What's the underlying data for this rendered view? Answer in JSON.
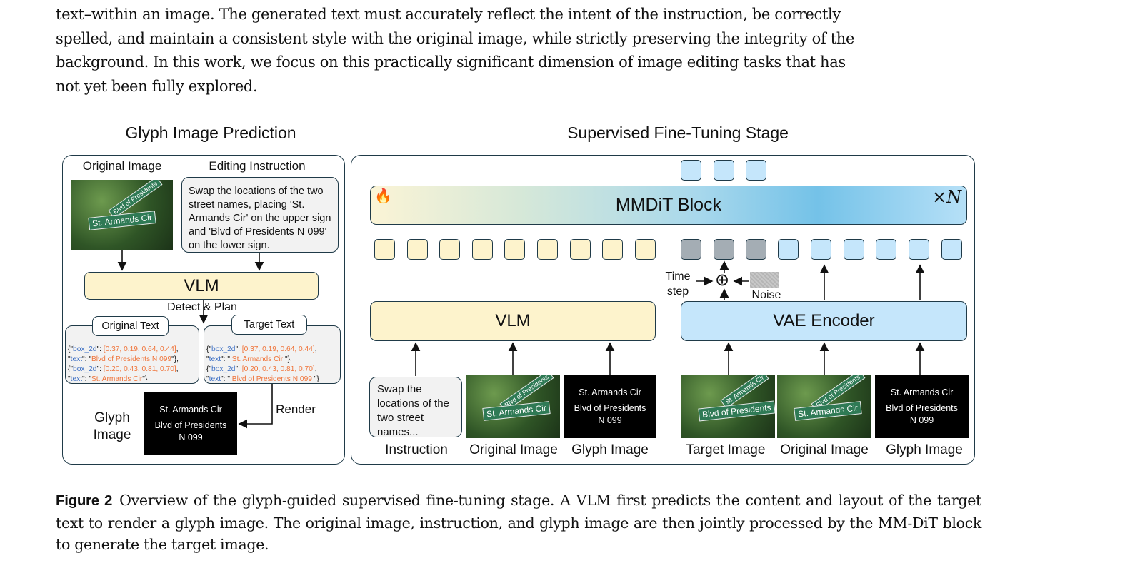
{
  "body_text": {
    "lines": [
      "text–within an image. The generated text must accurately reflect the intent of the instruction, be correctly",
      "spelled, and maintain a consistent style with the original image, while strictly preserving the integrity of the",
      "background. In this work, we focus on this practically significant dimension of image editing tasks that has",
      "not yet been fully explored."
    ]
  },
  "figure": {
    "left_panel": {
      "title": "Glyph Image Prediction",
      "original_image_label": "Original Image",
      "editing_instruction_label": "Editing Instruction",
      "instruction_text": "Swap the locations of the two street names, placing 'St. Armands Cir' on the upper sign and 'Blvd of Presidents N 099' on the lower sign.",
      "vlm": "VLM",
      "detect_plan": "Detect & Plan",
      "original_text_label": "Original Text",
      "target_text_label": "Target Text",
      "original_text": [
        {
          "box_2d": "[0.37, 0.19, 0.64, 0.44]",
          "text": "Blvd of Presidents N 099"
        },
        {
          "box_2d": "[0.20, 0.43, 0.81, 0.70]",
          "text": "St. Armands Cir"
        }
      ],
      "target_text": [
        {
          "box_2d": "[0.37, 0.19, 0.64, 0.44]",
          "text": " St. Armands Cir "
        },
        {
          "box_2d": "[0.20, 0.43, 0.81, 0.70]",
          "text": " Blvd of Presidents N 099 "
        }
      ],
      "render": "Render",
      "glyph_image_label_1": "Glyph",
      "glyph_image_label_2": "Image",
      "glyph_line1": "St. Armands Cir",
      "glyph_line2": "Blvd of Presidents",
      "glyph_line3": "N 099",
      "sign_upper": "Blvd of Presidents",
      "sign_lower": "St. Armands Cir"
    },
    "right_panel": {
      "title": "Supervised Fine-Tuning Stage",
      "mmdit": "MMDiT Block",
      "repeat": "×N",
      "fire_icon": "fire",
      "time_step_1": "Time",
      "time_step_2": "step",
      "noise": "Noise",
      "vlm": "VLM",
      "vae": "VAE Encoder",
      "instruction_snippet": "Swap the locations of the two street names...",
      "labels": [
        "Instruction",
        "Original Image",
        "Glyph Image",
        "Target Image",
        "Original Image",
        "Glyph Image"
      ],
      "sign_target_upper": "St. Armands Cir",
      "sign_target_lower": "Blvd of Presidents",
      "sign_orig_upper": "Blvd of Presidents",
      "sign_orig_lower": "St. Armands Cir"
    },
    "colors": {
      "text_token": "#fdf3cc",
      "image_token": "#c5e6fb",
      "noise_token": "#a4adb4",
      "json_key": "#3c6fc4",
      "json_value": "#f0743a"
    }
  },
  "caption": {
    "label": "Figure 2",
    "text": "Overview of the glyph-guided supervised fine-tuning stage. A VLM first predicts the content and layout of the target text to render a glyph image. The original image, instruction, and glyph image are then jointly processed by the MM-DiT block to generate the target image."
  }
}
